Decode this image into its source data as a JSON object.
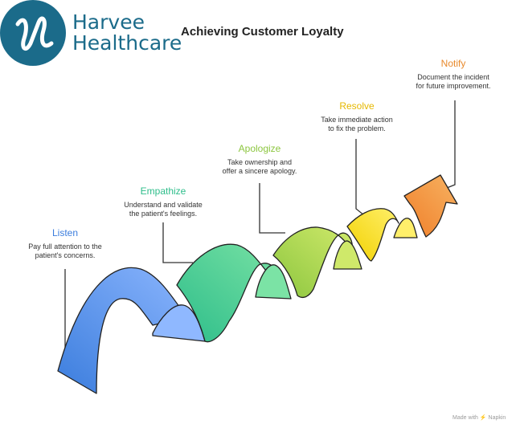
{
  "brand": {
    "line1": "Harvee",
    "line2": "Healthcare",
    "color": "#1b6b8a",
    "logo_icon": "harvee-healthcare-logo"
  },
  "title": "Achieving Customer Loyalty",
  "steps": [
    {
      "title": "Listen",
      "color": "#3b7ddd",
      "desc_lines": [
        "Pay full attention to the",
        "patient's concerns."
      ]
    },
    {
      "title": "Empathize",
      "color": "#2dbd8a",
      "desc_lines": [
        "Understand and validate",
        "the patient's feelings."
      ]
    },
    {
      "title": "Apologize",
      "color": "#8cc63f",
      "desc_lines": [
        "Take ownership and",
        "offer a sincere apology."
      ]
    },
    {
      "title": "Resolve",
      "color": "#e6b800",
      "desc_lines": [
        "Take immediate action",
        "to fix the problem."
      ]
    },
    {
      "title": "Notify",
      "color": "#e8892b",
      "desc_lines": [
        "Document the incident",
        "for future improvement."
      ]
    }
  ],
  "footer": {
    "credit": "Made with ⚡ Napkin"
  }
}
